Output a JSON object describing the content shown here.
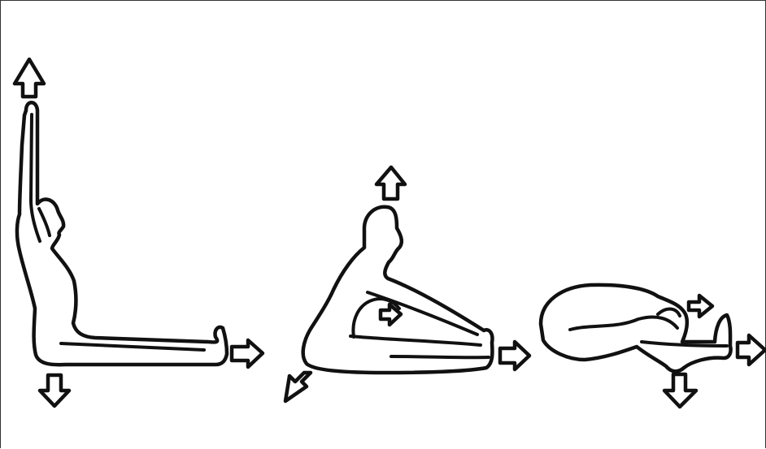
{
  "illustration": {
    "panels": [
      {
        "name": "upright-seated-stretch",
        "arrows": [
          "up",
          "right",
          "down"
        ]
      },
      {
        "name": "seated-reach-forward",
        "arrows": [
          "up",
          "right",
          "right",
          "down-left"
        ]
      },
      {
        "name": "seated-forward-fold",
        "arrows": [
          "right",
          "right",
          "down"
        ]
      }
    ],
    "ink_color": "#111111",
    "background_color": "#ffffff"
  }
}
